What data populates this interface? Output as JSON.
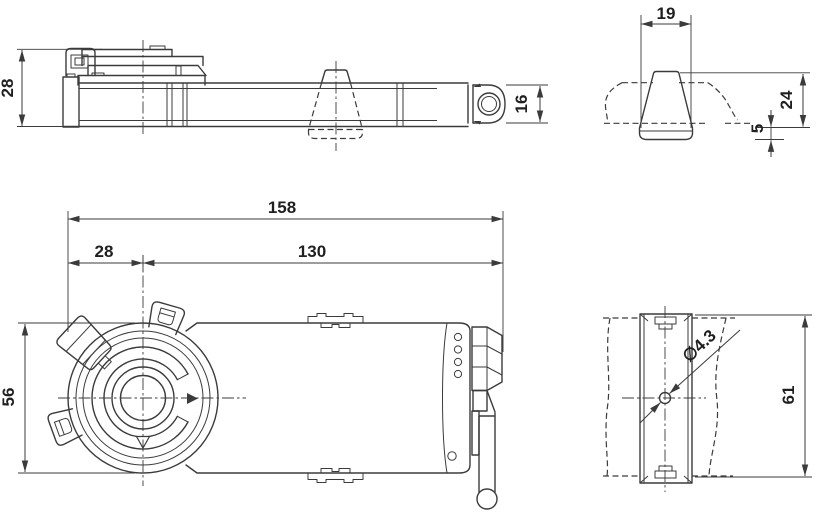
{
  "drawing": {
    "description": "Damper actuator dimension drawing",
    "units": "mm",
    "line_color": "#3b3b3b",
    "text_color": "#1f1f1f",
    "side_view": {
      "overall_height": "28",
      "end_height": "16"
    },
    "clamp_detail": {
      "bracket_width": "19",
      "bracket_height": "24",
      "bracket_offset": "5"
    },
    "top_view": {
      "overall_length": "158",
      "clamp_offset": "28",
      "body_length": "130",
      "body_width": "56"
    },
    "bracket_view": {
      "hole_diameter": "∅4.3",
      "bracket_height": "61"
    }
  }
}
